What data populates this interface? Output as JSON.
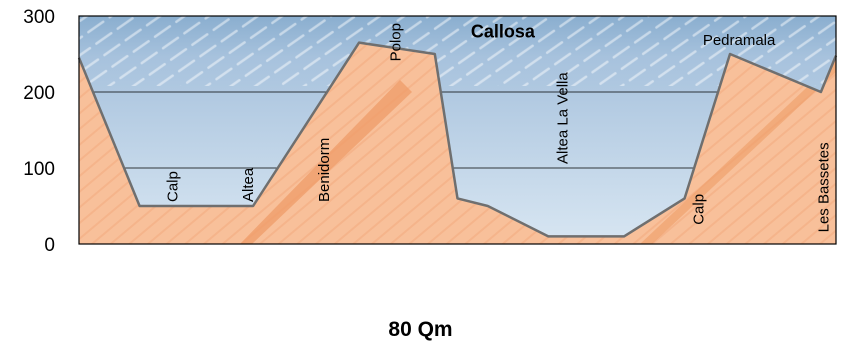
{
  "chart_data": {
    "type": "area",
    "title": "",
    "xlabel": "80 Qm",
    "ylabel": "",
    "ylim": [
      0,
      300
    ],
    "yticks": [
      0,
      100,
      200,
      300
    ],
    "grid": "horizontal",
    "x": [
      0,
      8,
      23,
      37,
      47,
      50,
      54,
      62,
      72,
      80,
      86,
      98,
      100
    ],
    "series": [
      {
        "values": [
          245,
          50,
          50,
          265,
          250,
          60,
          50,
          10,
          10,
          60,
          250,
          200,
          248
        ]
      }
    ],
    "labels": [
      {
        "text": "Calp",
        "x": 13,
        "y": 50,
        "rotate": true,
        "bold": false
      },
      {
        "text": "Altea",
        "x": 23,
        "y": 50,
        "rotate": true,
        "bold": false
      },
      {
        "text": "Benidorm",
        "x": 33,
        "y": 50,
        "rotate": true,
        "bold": false
      },
      {
        "text": "Polop",
        "x": 42.5,
        "y": 235,
        "rotate": true,
        "bold": false
      },
      {
        "text": "Callosa",
        "x": 56,
        "y": 272,
        "rotate": false,
        "bold": true
      },
      {
        "text": "Altea La Vella",
        "x": 64.5,
        "y": 100,
        "rotate": true,
        "bold": false
      },
      {
        "text": "Calp",
        "x": 82.5,
        "y": 20,
        "rotate": true,
        "bold": false
      },
      {
        "text": "Les Bassetes",
        "x": 99,
        "y": 10,
        "rotate": true,
        "bold": false
      },
      {
        "text": "Pedramala",
        "x": 143,
        "y": 262,
        "rotate": false,
        "bold": false
      }
    ],
    "colors": {
      "water": "#bcd3e8",
      "water_top": "#8aaecf",
      "land": "#f8c09a",
      "land_stripe": "#ef9c68",
      "outline": "#6f6f6f"
    }
  }
}
